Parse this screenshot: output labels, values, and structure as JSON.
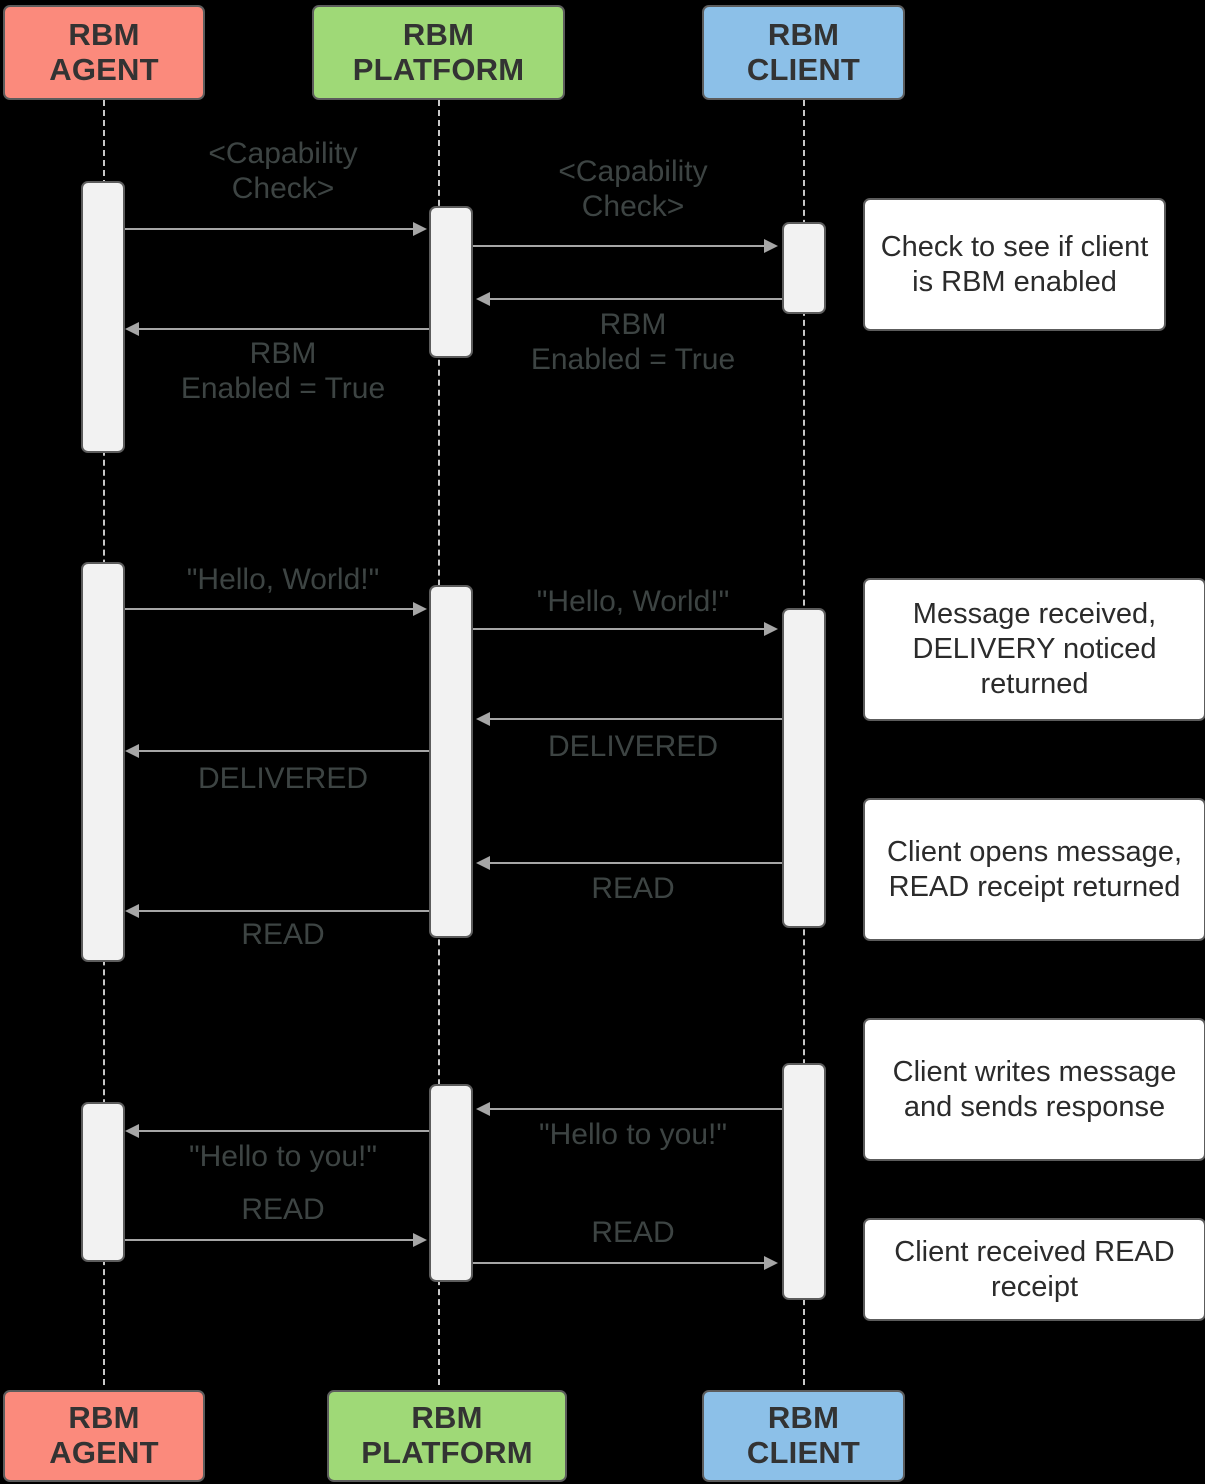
{
  "diagram": {
    "type": "sequence-diagram",
    "background_color": "#000000",
    "participants": [
      {
        "id": "agent",
        "label": "RBM\nAGENT",
        "color": "#fb8a7c"
      },
      {
        "id": "platform",
        "label": "RBM\nPLATFORM",
        "color": "#9fd977"
      },
      {
        "id": "client",
        "label": "RBM\nCLIENT",
        "color": "#8cc0e8"
      }
    ],
    "messages": [
      {
        "id": "m1",
        "label": "<Capability\nCheck>",
        "from": "agent",
        "to": "platform",
        "direction": "right"
      },
      {
        "id": "m2",
        "label": "<Capability\nCheck>",
        "from": "platform",
        "to": "client",
        "direction": "right"
      },
      {
        "id": "m3",
        "label": "RBM\nEnabled = True",
        "from": "client",
        "to": "platform",
        "direction": "left"
      },
      {
        "id": "m4",
        "label": "RBM\nEnabled = True",
        "from": "platform",
        "to": "agent",
        "direction": "left"
      },
      {
        "id": "m5",
        "label": "\"Hello, World!\"",
        "from": "agent",
        "to": "platform",
        "direction": "right"
      },
      {
        "id": "m6",
        "label": "\"Hello, World!\"",
        "from": "platform",
        "to": "client",
        "direction": "right"
      },
      {
        "id": "m7",
        "label": "DELIVERED",
        "from": "client",
        "to": "platform",
        "direction": "left"
      },
      {
        "id": "m8",
        "label": "DELIVERED",
        "from": "platform",
        "to": "agent",
        "direction": "left"
      },
      {
        "id": "m9",
        "label": "READ",
        "from": "client",
        "to": "platform",
        "direction": "left"
      },
      {
        "id": "m10",
        "label": "READ",
        "from": "platform",
        "to": "agent",
        "direction": "left"
      },
      {
        "id": "m11",
        "label": "\"Hello to you!\"",
        "from": "client",
        "to": "platform",
        "direction": "left"
      },
      {
        "id": "m12",
        "label": "\"Hello to you!\"",
        "from": "platform",
        "to": "agent",
        "direction": "left"
      },
      {
        "id": "m13",
        "label": "READ",
        "from": "agent",
        "to": "platform",
        "direction": "right"
      },
      {
        "id": "m14",
        "label": "READ",
        "from": "platform",
        "to": "client",
        "direction": "right"
      }
    ],
    "notes": [
      {
        "id": "n1",
        "text": "Check to see if client is RBM enabled"
      },
      {
        "id": "n2",
        "text": "Message received, DELIVERY noticed returned"
      },
      {
        "id": "n3",
        "text": "Client opens message, READ receipt returned"
      },
      {
        "id": "n4",
        "text": "Client writes message and sends response"
      },
      {
        "id": "n5",
        "text": "Client received READ receipt"
      }
    ]
  }
}
